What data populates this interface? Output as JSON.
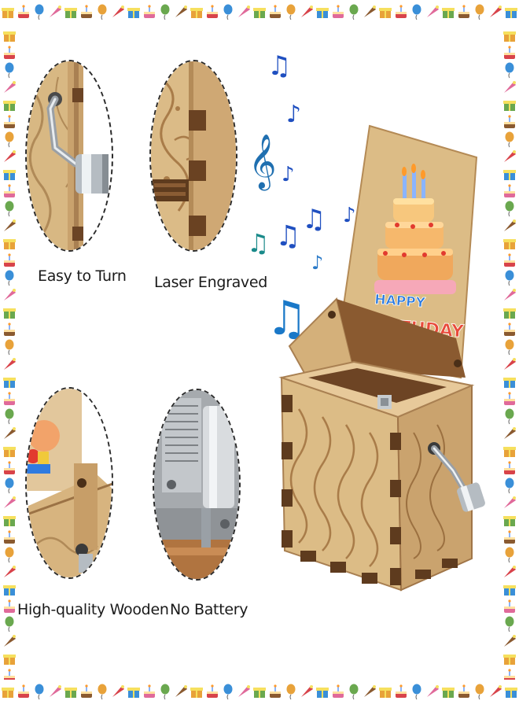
{
  "features": [
    {
      "caption": "Easy to Turn",
      "icon": "hand-crank-icon"
    },
    {
      "caption": "Laser Engraved",
      "icon": "engraved-corner-icon"
    },
    {
      "caption": "High-quality Wooden",
      "icon": "wood-panel-icon"
    },
    {
      "caption": "No Battery",
      "icon": "music-mechanism-icon"
    }
  ],
  "product": {
    "lid_lettering_line1": "HAPPY",
    "lid_lettering_line2": "BIRTHDAY",
    "icon": "music-box-icon"
  },
  "colors": {
    "wood": "#dcbc8a",
    "wood_dark": "#7a4f2c",
    "note_blue": "#1f4fc0",
    "note_teal": "#1a8a8a",
    "frame_dash": "#2a2a2a"
  }
}
